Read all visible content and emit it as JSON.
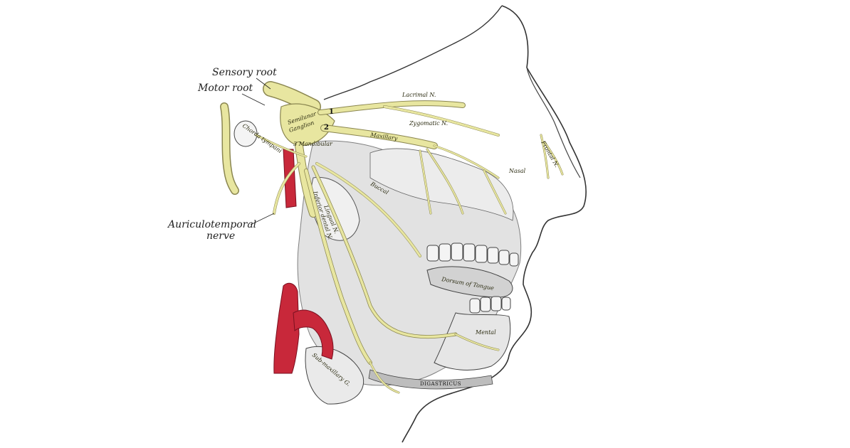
{
  "labels": {
    "sensory_root": "Sensory root",
    "motor_root": "Motor root",
    "auriculotemporal_line1": "Auriculotemporal",
    "auriculotemporal_line2": "nerve",
    "semilunar_line1": "Semilunar",
    "semilunar_line2": "Ganglion",
    "lacrimal": "Lacrimal N.",
    "zygomatic": "Zygomatic N.",
    "maxillary": "Maxillary",
    "mandibular": "3 Mandibular",
    "frontal": "Frontal N.",
    "nasal": "Nasal",
    "inferior_dental": "Inferior dental N.",
    "lingual": "Lingual N.",
    "buccal": "Buccal",
    "mental": "Mental",
    "dorsum": "Dorsum of Tongue",
    "submaxillary": "Sub-maxillary G.",
    "digastricus": "DIGASTRICUS",
    "chorda": "Chorda tympani"
  },
  "numbers": {
    "n1": "1",
    "n2": "2",
    "n3": "3"
  },
  "colors": {
    "nerve": "#e8e6a0",
    "nerve_stroke": "#8a8650",
    "artery": "#c8283a",
    "outline": "#333333",
    "muscle": "#d6d6d6"
  }
}
